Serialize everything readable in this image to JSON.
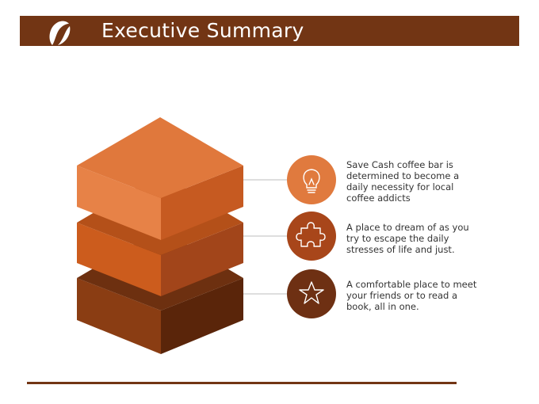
{
  "header": {
    "title": "Executive Summary",
    "logo_icon": "coffee-bean-icon"
  },
  "colors": {
    "header": "#723514",
    "layer_top": "#e07a3e",
    "layer_middle": "#c85a1e",
    "layer_bottom": "#7a3612",
    "circle_1": "#e07a3e",
    "circle_2": "#a8461a",
    "circle_3": "#6e3013"
  },
  "items": [
    {
      "icon": "lightbulb-icon",
      "text": "Save Cash coffee bar is determined to become a daily necessity for local coffee addicts"
    },
    {
      "icon": "puzzle-icon",
      "text": "A place to dream of as you try to escape the daily stresses of life and just."
    },
    {
      "icon": "star-icon",
      "text": "A comfortable place to meet your friends or to read a book, all in one."
    }
  ]
}
